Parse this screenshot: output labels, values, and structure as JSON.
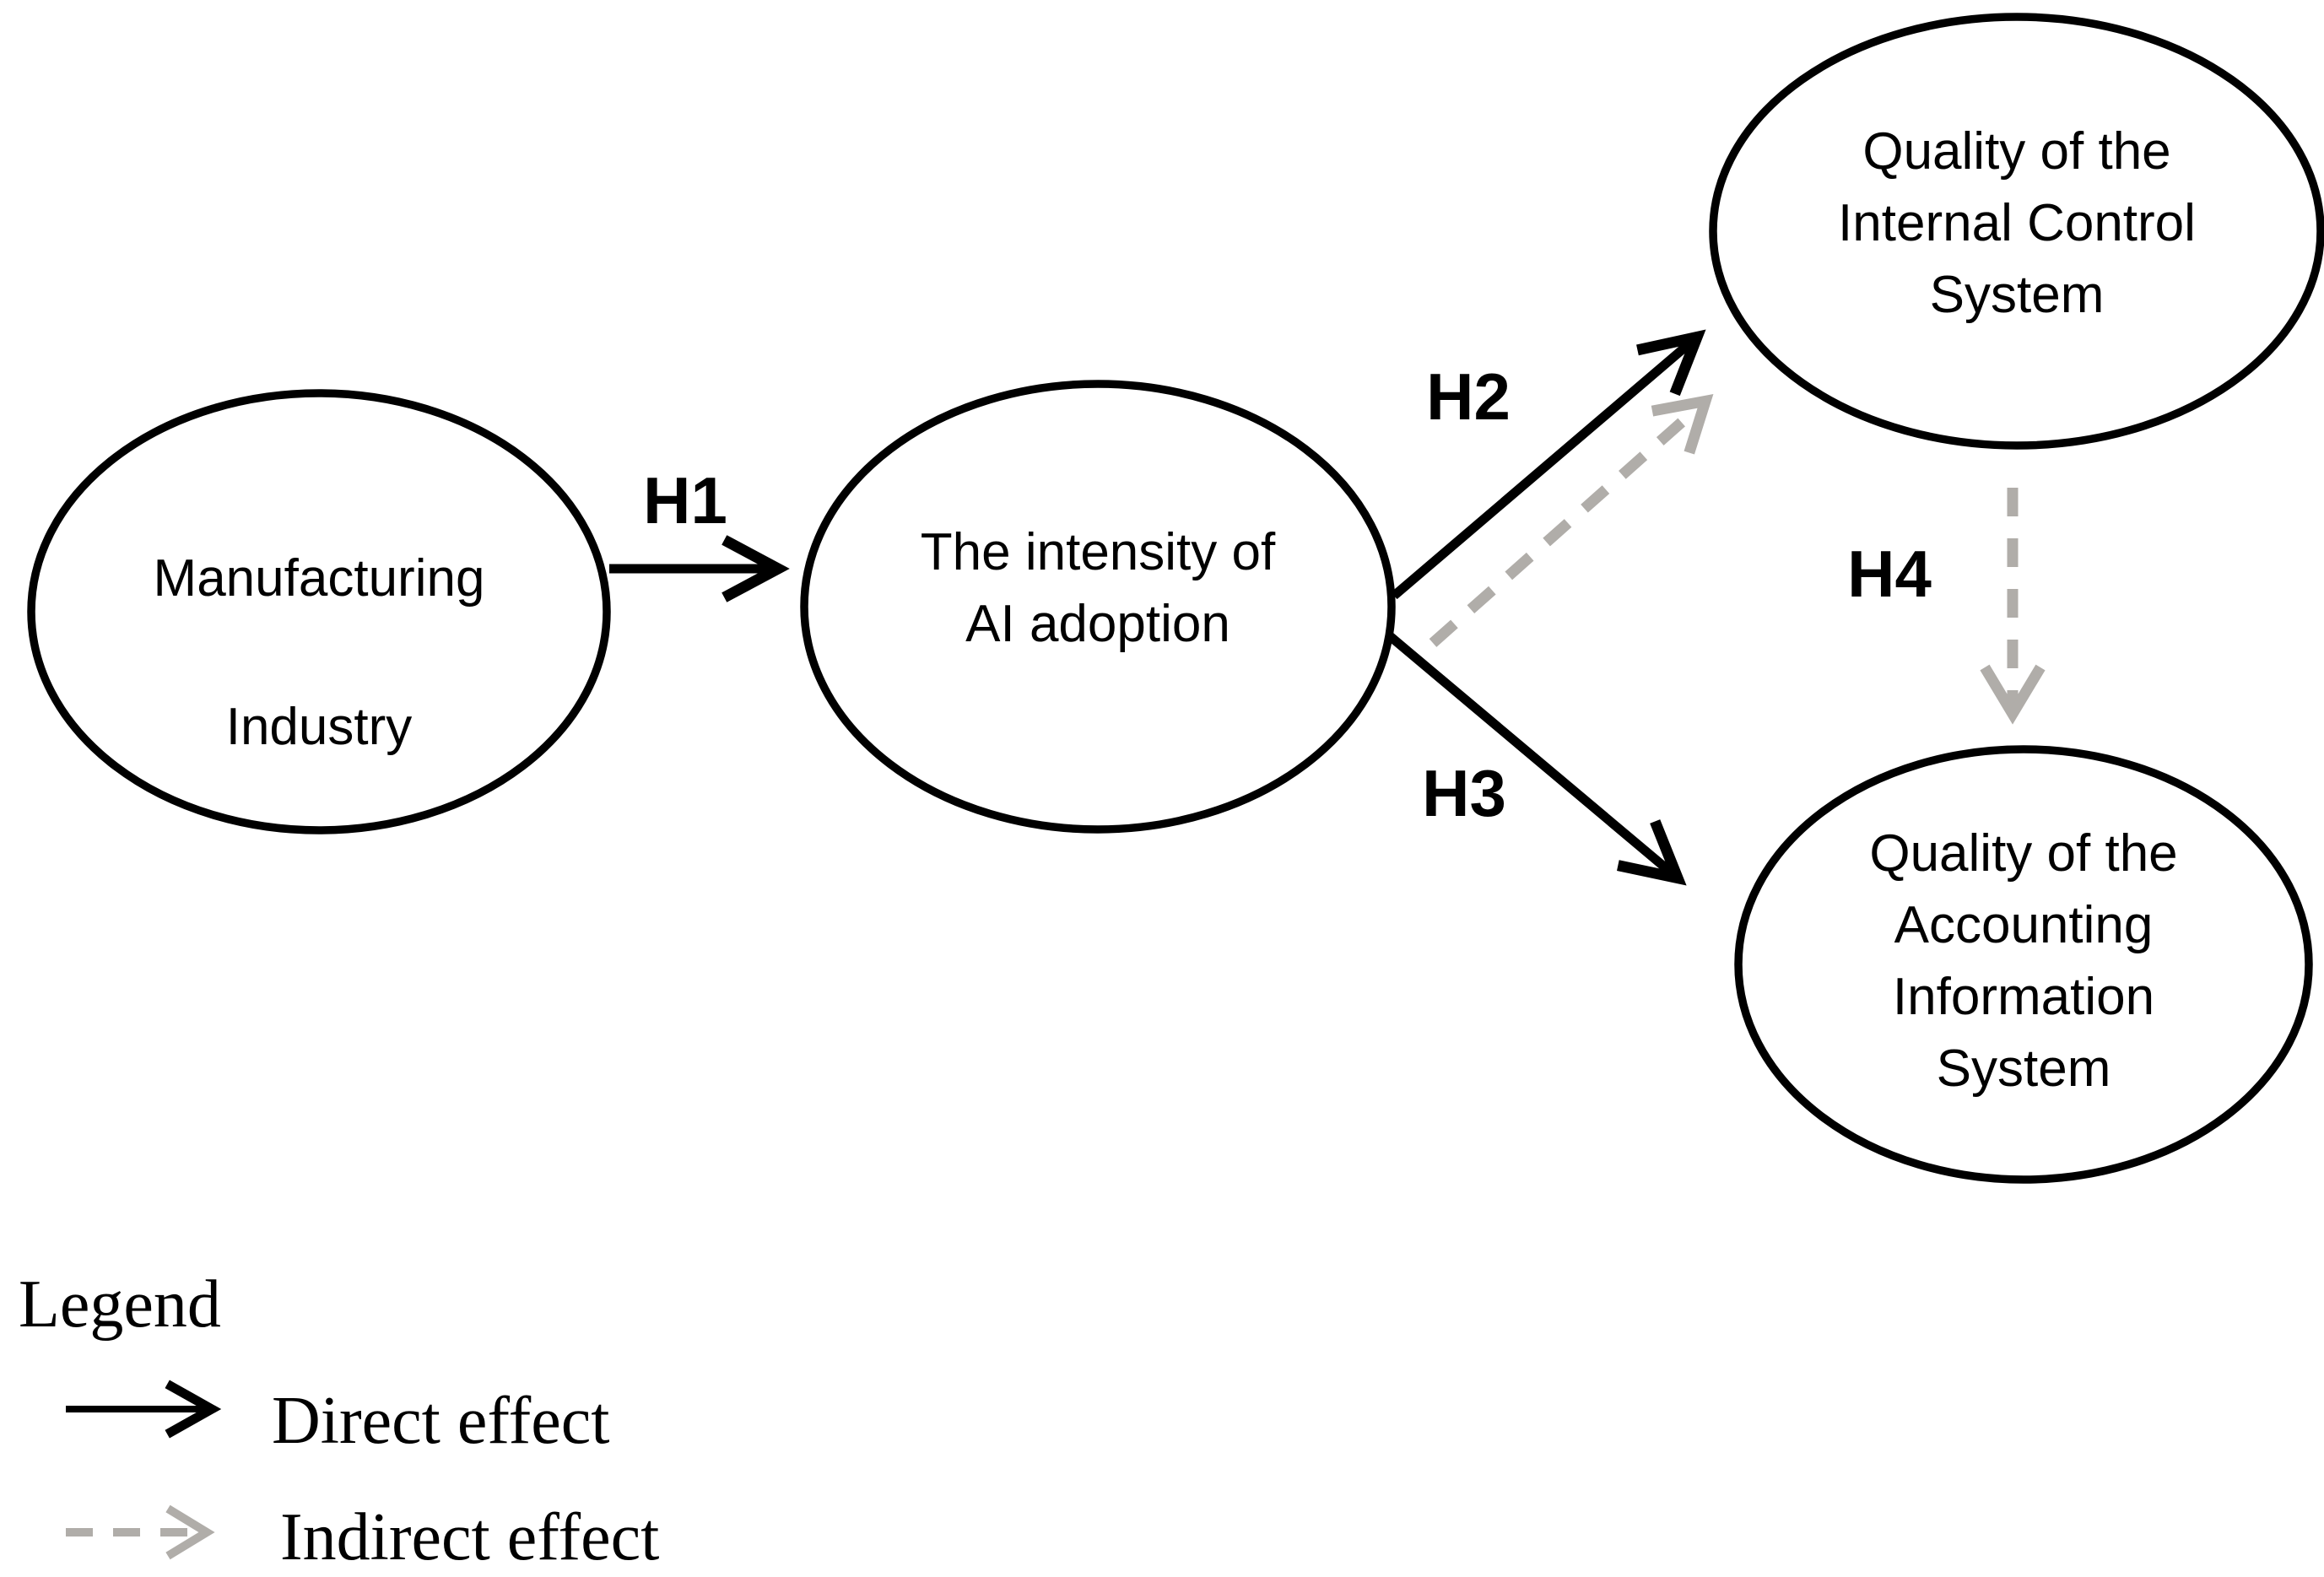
{
  "figure": {
    "background_color": "#ffffff",
    "colors": {
      "direct_effect": "#000000",
      "indirect_effect": "#b0ada9",
      "text": "#000000"
    },
    "nodes": [
      {
        "id": "manufacturing-industry",
        "lines": [
          "Manufacturing",
          "Industry"
        ]
      },
      {
        "id": "ai-adoption-intensity",
        "lines": [
          "The intensity of",
          "AI adoption"
        ]
      },
      {
        "id": "internal-control-quality",
        "lines": [
          "Quality of the",
          "Internal Control",
          "System"
        ]
      },
      {
        "id": "accounting-information-quality",
        "lines": [
          "Quality of the",
          "Accounting",
          "Information",
          "System"
        ]
      }
    ],
    "edges": [
      {
        "id": "h1",
        "label": "H1",
        "type": "direct",
        "from": "manufacturing-industry",
        "to": "ai-adoption-intensity"
      },
      {
        "id": "h2",
        "label": "H2",
        "type": "direct",
        "from": "ai-adoption-intensity",
        "to": "internal-control-quality"
      },
      {
        "id": "h3",
        "label": "H3",
        "type": "direct",
        "from": "ai-adoption-intensity",
        "to": "accounting-information-quality"
      },
      {
        "id": "h4",
        "label": "H4",
        "type": "indirect",
        "from": "internal-control-quality",
        "to": "accounting-information-quality"
      },
      {
        "id": "mediated-path",
        "label": "",
        "type": "indirect",
        "from": "ai-adoption-intensity",
        "to": "internal-control-quality"
      }
    ],
    "legend": {
      "title": "Legend",
      "items": [
        {
          "label": "Direct effect",
          "style": "solid-black-arrow"
        },
        {
          "label": "Indirect effect",
          "style": "dashed-gray-arrow"
        }
      ]
    }
  }
}
